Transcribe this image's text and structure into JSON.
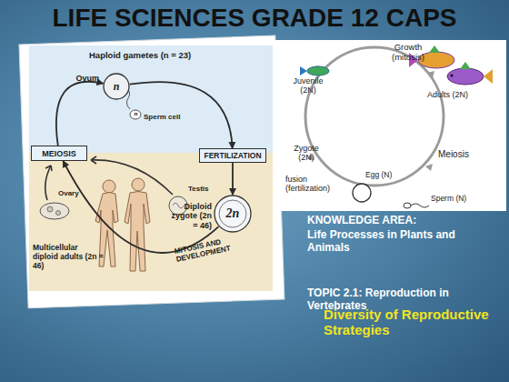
{
  "diagram": {
    "title": "LIFE SCIENCES GRADE 12 CAPS",
    "nodes": [
      {
        "text": [
          "MEIOSIS"
        ]
      },
      {
        "text": [
          "FERTILIZATION"
        ]
      },
      {
        "text": [
          "Ovum",
          "n"
        ]
      },
      {
        "text": [
          "Diploid zygote (2n = 46)",
          "2n"
        ]
      }
    ],
    "edges": [
      {
        "from": 0,
        "to": 2,
        "arrow": "to"
      },
      {
        "from": 2,
        "to": 1,
        "arrow": "to"
      },
      {
        "from": 1,
        "to": 3,
        "arrow": "to"
      },
      {
        "from": 3,
        "to": 0,
        "arrow": "to",
        "label": "MITOSIS AND DEVELOPMENT"
      }
    ],
    "labels": [
      "Haploid gametes (n = 23)",
      "Sperm cell",
      "n",
      "Testis",
      "Ovary",
      "Multicellular diploid adults (2n = 46)",
      "Growth (mitosis)",
      "Juvenile (2N)",
      "Adults (2N)",
      "Zygote (2N)",
      "Meiosis",
      "Egg (N)",
      "fusion (fertilization)",
      "Sperm (N)",
      "KNOWLEDGE AREA:",
      "Life Processes in Plants and Animals",
      "TOPIC 2.1: Reproduction in Vertebrates",
      "Diversity of Reproductive Strategies"
    ]
  }
}
